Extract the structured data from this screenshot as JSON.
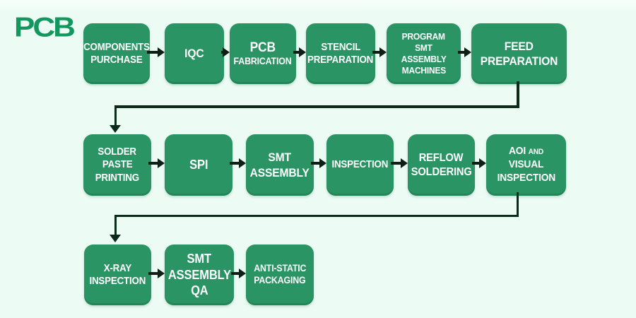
{
  "logo": {
    "text": "PCB"
  },
  "colors": {
    "box_fill": "#2a9464",
    "box_text": "#ffffff",
    "background": "#ecfbf4",
    "connector_line": "#0b2a1a",
    "arrow": "#101f16",
    "logo_green": "#12975f"
  },
  "boxes": [
    {
      "name": "components-purchase",
      "lines": [
        "COMPONENTS",
        "PURCHASE"
      ]
    },
    {
      "name": "iqc",
      "lines": [
        "IQC"
      ]
    },
    {
      "name": "pcb-fabrication",
      "lines": [
        "PCB",
        "FABRICATION"
      ]
    },
    {
      "name": "stencil-preparation",
      "lines": [
        "STENCIL",
        "PREPARATION"
      ]
    },
    {
      "name": "program-smt-assembly-machines",
      "lines": [
        "PROGRAM",
        "SMT",
        "ASSEMBLY",
        "MACHINES"
      ]
    },
    {
      "name": "feed-preparation",
      "lines": [
        "FEED",
        "PREPARATION"
      ]
    },
    {
      "name": "solder-paste-printing",
      "lines": [
        "SOLDER",
        "PASTE",
        "PRINTING"
      ]
    },
    {
      "name": "spi",
      "lines": [
        "SPI"
      ]
    },
    {
      "name": "smt-assembly",
      "lines": [
        "SMT",
        "ASSEMBLY"
      ]
    },
    {
      "name": "inspection",
      "lines": [
        "INSPECTION"
      ]
    },
    {
      "name": "reflow-soldering",
      "lines": [
        "REFLOW",
        "SOLDERING"
      ]
    },
    {
      "name": "aoi-and-visual-inspection",
      "line1_a": "AOI",
      "line1_and": "AND",
      "line1_b": "VISUAL",
      "line2": "INSPECTION"
    },
    {
      "name": "x-ray-inspection",
      "lines": [
        "X-RAY",
        "INSPECTION"
      ]
    },
    {
      "name": "smt-assembly-qa",
      "lines": [
        "SMT",
        "ASSEMBLY",
        "QA"
      ]
    },
    {
      "name": "anti-static-packaging",
      "lines": [
        "ANTI-STATIC",
        "PACKAGING"
      ]
    }
  ]
}
